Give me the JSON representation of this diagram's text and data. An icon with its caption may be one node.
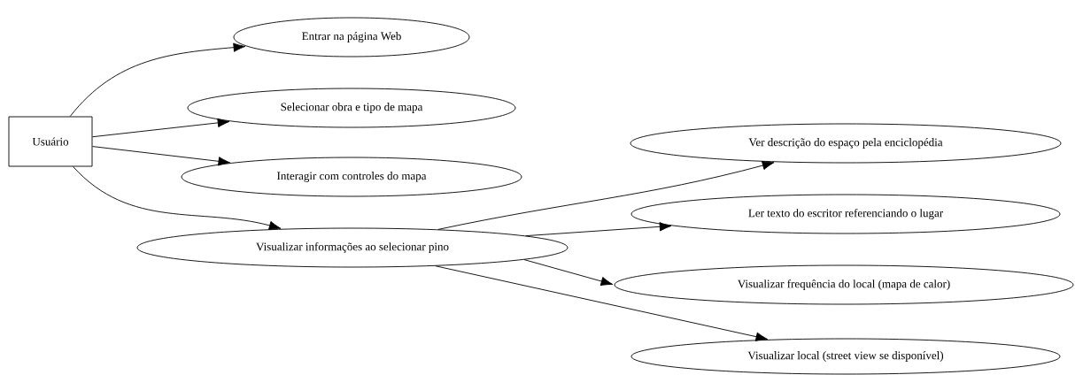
{
  "diagram": {
    "nodes": [
      {
        "text": [
          "Usuário"
        ]
      },
      {
        "text": [
          "Entrar na página Web"
        ]
      },
      {
        "text": [
          "Selecionar obra e tipo de mapa"
        ]
      },
      {
        "text": [
          "Interagir com controles do mapa"
        ]
      },
      {
        "text": [
          "Visualizar informações ao selecionar pino"
        ]
      },
      {
        "text": [
          "Ver descrição do espaço pela enciclopédia"
        ]
      },
      {
        "text": [
          "Ler texto do escritor referenciando o lugar"
        ]
      },
      {
        "text": [
          "Visualizar frequência do local (mapa de calor)"
        ]
      },
      {
        "text": [
          "Visualizar local (street view se disponível)"
        ]
      }
    ],
    "edges": [
      {
        "from": 0,
        "to": 1,
        "arrow": "to"
      },
      {
        "from": 0,
        "to": 2,
        "arrow": "to"
      },
      {
        "from": 0,
        "to": 3,
        "arrow": "to"
      },
      {
        "from": 0,
        "to": 4,
        "arrow": "to"
      },
      {
        "from": 4,
        "to": 5,
        "arrow": "to"
      },
      {
        "from": 4,
        "to": 6,
        "arrow": "to"
      },
      {
        "from": 4,
        "to": 7,
        "arrow": "to"
      },
      {
        "from": 4,
        "to": 8,
        "arrow": "to"
      }
    ]
  }
}
